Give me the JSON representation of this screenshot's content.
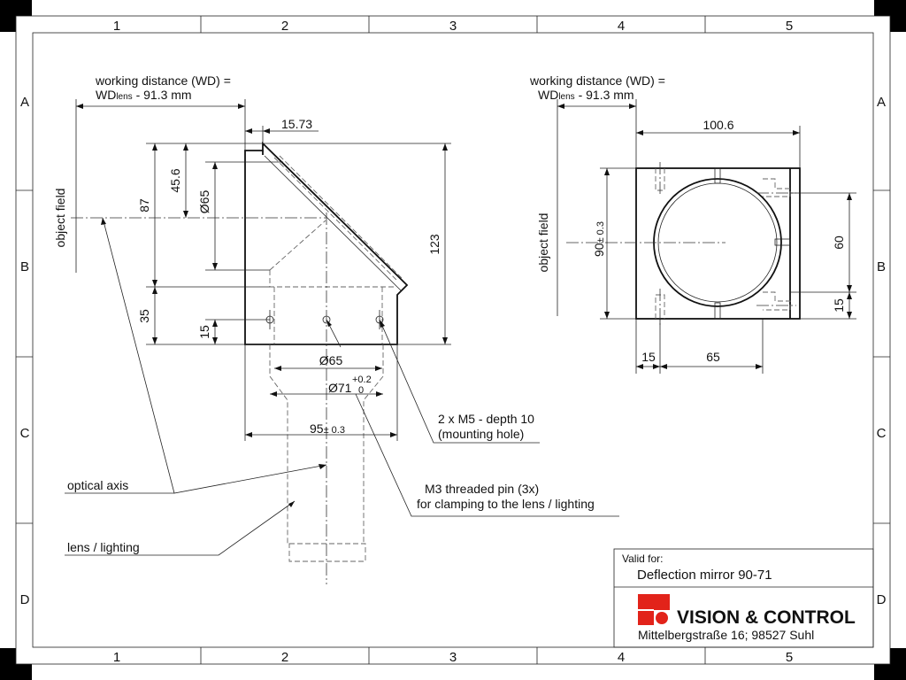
{
  "frame": {
    "columns": [
      "1",
      "2",
      "3",
      "4",
      "5"
    ],
    "rows": [
      "A",
      "B",
      "C",
      "D"
    ]
  },
  "side_view": {
    "wd_line1": "working distance (WD) =",
    "wd_line2_prefix": "WD",
    "wd_line2_sub": "lens",
    "wd_line2_suffix": " - 91.3 mm",
    "object_field": "object field",
    "dim_15_73": "15.73",
    "dim_45_6": "45.6",
    "dim_87": "87",
    "dim_dia65_vert": "Ø65",
    "dim_123": "123",
    "dim_35": "35",
    "dim_15": "15",
    "dim_dia65": "Ø65",
    "dim_dia71": "Ø71",
    "dim_tol_plus": "+0.2",
    "dim_tol_zero": "0",
    "dim_95": "95",
    "dim_95_tol": "± 0.3"
  },
  "front_view": {
    "wd_line1": "working distance (WD) =",
    "wd_line2_prefix": "WD",
    "wd_line2_sub": "lens",
    "wd_line2_suffix": " - 91.3 mm",
    "object_field": "object field",
    "dim_100_6": "100.6",
    "dim_90": "90",
    "dim_90_tol": "± 0.3",
    "dim_60": "60",
    "dim_15_right": "15",
    "dim_15_bottom": "15",
    "dim_65": "65"
  },
  "callouts": {
    "mounting_line1": "2 x M5 - depth 10",
    "mounting_line2": "(mounting hole)",
    "pin_line1": "M3 threaded pin (3x)",
    "pin_line2": "for clamping to the lens / lighting",
    "optical_axis": "optical axis",
    "lens_lighting": "lens / lighting"
  },
  "title_block": {
    "valid_for_label": "Valid for:",
    "product": "Deflection mirror 90-71",
    "company": "VISION & CONTROL",
    "address": "Mittelbergstraße 16; 98527 Suhl"
  },
  "colors": {
    "logo_red": "#e2231a",
    "line": "#111111"
  }
}
